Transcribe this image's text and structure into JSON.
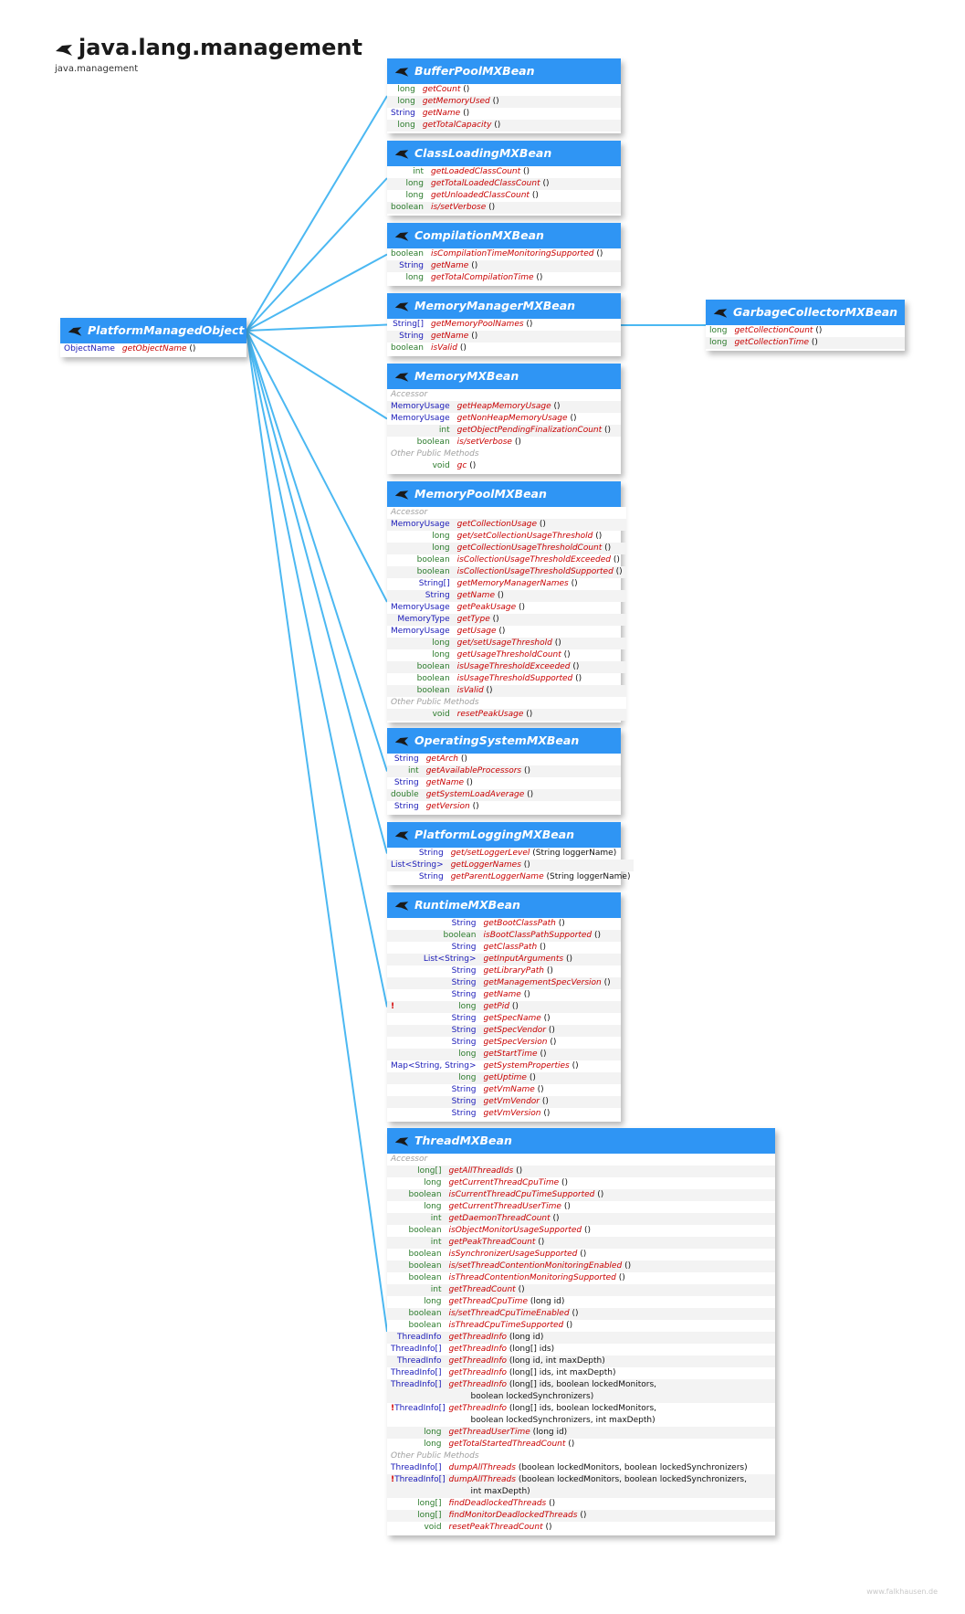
{
  "package": {
    "title": "java.lang.management",
    "module": "java.management"
  },
  "watermark": "www.falkhausen.de",
  "root": {
    "name": "PlatformManagedObject",
    "sections": [
      {
        "label": "",
        "members": [
          {
            "type": "ObjectName",
            "name": "getObjectName",
            "params": "()"
          }
        ]
      }
    ]
  },
  "interfaces": [
    {
      "id": "BufferPoolMXBean",
      "name": "BufferPoolMXBean",
      "sections": [
        {
          "label": "",
          "members": [
            {
              "type": "long",
              "name": "getCount",
              "params": "()"
            },
            {
              "type": "long",
              "name": "getMemoryUsed",
              "params": "()"
            },
            {
              "type": "String",
              "name": "getName",
              "params": "()"
            },
            {
              "type": "long",
              "name": "getTotalCapacity",
              "params": "()"
            }
          ]
        }
      ]
    },
    {
      "id": "ClassLoadingMXBean",
      "name": "ClassLoadingMXBean",
      "sections": [
        {
          "label": "",
          "members": [
            {
              "type": "int",
              "name": "getLoadedClassCount",
              "params": "()"
            },
            {
              "type": "long",
              "name": "getTotalLoadedClassCount",
              "params": "()"
            },
            {
              "type": "long",
              "name": "getUnloadedClassCount",
              "params": "()"
            },
            {
              "type": "boolean",
              "name": "is/setVerbose",
              "params": "()"
            }
          ]
        }
      ]
    },
    {
      "id": "CompilationMXBean",
      "name": "CompilationMXBean",
      "sections": [
        {
          "label": "",
          "members": [
            {
              "type": "boolean",
              "name": "isCompilationTimeMonitoringSupported",
              "params": "()"
            },
            {
              "type": "String",
              "name": "getName",
              "params": "()"
            },
            {
              "type": "long",
              "name": "getTotalCompilationTime",
              "params": "()"
            }
          ]
        }
      ]
    },
    {
      "id": "MemoryManagerMXBean",
      "name": "MemoryManagerMXBean",
      "sections": [
        {
          "label": "",
          "members": [
            {
              "type": "String[]",
              "name": "getMemoryPoolNames",
              "params": "()"
            },
            {
              "type": "String",
              "name": "getName",
              "params": "()"
            },
            {
              "type": "boolean",
              "name": "isValid",
              "params": "()"
            }
          ]
        }
      ]
    },
    {
      "id": "MemoryMXBean",
      "name": "MemoryMXBean",
      "sections": [
        {
          "label": "Accessor",
          "members": [
            {
              "type": "MemoryUsage",
              "name": "getHeapMemoryUsage",
              "params": "()"
            },
            {
              "type": "MemoryUsage",
              "name": "getNonHeapMemoryUsage",
              "params": "()"
            },
            {
              "type": "int",
              "name": "getObjectPendingFinalizationCount",
              "params": "()"
            },
            {
              "type": "boolean",
              "name": "is/setVerbose",
              "params": "()"
            }
          ]
        },
        {
          "label": "Other Public Methods",
          "members": [
            {
              "type": "void",
              "name": "gc",
              "params": "()"
            }
          ]
        }
      ]
    },
    {
      "id": "MemoryPoolMXBean",
      "name": "MemoryPoolMXBean",
      "sections": [
        {
          "label": "Accessor",
          "members": [
            {
              "type": "MemoryUsage",
              "name": "getCollectionUsage",
              "params": "()"
            },
            {
              "type": "long",
              "name": "get/setCollectionUsageThreshold",
              "params": "()"
            },
            {
              "type": "long",
              "name": "getCollectionUsageThresholdCount",
              "params": "()"
            },
            {
              "type": "boolean",
              "name": "isCollectionUsageThresholdExceeded",
              "params": "()"
            },
            {
              "type": "boolean",
              "name": "isCollectionUsageThresholdSupported",
              "params": "()"
            },
            {
              "type": "String[]",
              "name": "getMemoryManagerNames",
              "params": "()"
            },
            {
              "type": "String",
              "name": "getName",
              "params": "()"
            },
            {
              "type": "MemoryUsage",
              "name": "getPeakUsage",
              "params": "()"
            },
            {
              "type": "MemoryType",
              "name": "getType",
              "params": "()"
            },
            {
              "type": "MemoryUsage",
              "name": "getUsage",
              "params": "()"
            },
            {
              "type": "long",
              "name": "get/setUsageThreshold",
              "params": "()"
            },
            {
              "type": "long",
              "name": "getUsageThresholdCount",
              "params": "()"
            },
            {
              "type": "boolean",
              "name": "isUsageThresholdExceeded",
              "params": "()"
            },
            {
              "type": "boolean",
              "name": "isUsageThresholdSupported",
              "params": "()"
            },
            {
              "type": "boolean",
              "name": "isValid",
              "params": "()"
            }
          ]
        },
        {
          "label": "Other Public Methods",
          "members": [
            {
              "type": "void",
              "name": "resetPeakUsage",
              "params": "()"
            }
          ]
        }
      ]
    },
    {
      "id": "OperatingSystemMXBean",
      "name": "OperatingSystemMXBean",
      "sections": [
        {
          "label": "",
          "members": [
            {
              "type": "String",
              "name": "getArch",
              "params": "()"
            },
            {
              "type": "int",
              "name": "getAvailableProcessors",
              "params": "()"
            },
            {
              "type": "String",
              "name": "getName",
              "params": "()"
            },
            {
              "type": "double",
              "name": "getSystemLoadAverage",
              "params": "()"
            },
            {
              "type": "String",
              "name": "getVersion",
              "params": "()"
            }
          ]
        }
      ]
    },
    {
      "id": "PlatformLoggingMXBean",
      "name": "PlatformLoggingMXBean",
      "sections": [
        {
          "label": "",
          "members": [
            {
              "type": "String",
              "name": "get/setLoggerLevel",
              "params": "(String loggerName)"
            },
            {
              "type": "List<String>",
              "name": "getLoggerNames",
              "params": "()"
            },
            {
              "type": "String",
              "name": "getParentLoggerName",
              "params": "(String loggerName)"
            }
          ]
        }
      ]
    },
    {
      "id": "RuntimeMXBean",
      "name": "RuntimeMXBean",
      "sections": [
        {
          "label": "",
          "members": [
            {
              "type": "String",
              "name": "getBootClassPath",
              "params": "()"
            },
            {
              "type": "boolean",
              "name": "isBootClassPathSupported",
              "params": "()"
            },
            {
              "type": "String",
              "name": "getClassPath",
              "params": "()"
            },
            {
              "type": "List<String>",
              "name": "getInputArguments",
              "params": "()"
            },
            {
              "type": "String",
              "name": "getLibraryPath",
              "params": "()"
            },
            {
              "type": "String",
              "name": "getManagementSpecVersion",
              "params": "()"
            },
            {
              "type": "String",
              "name": "getName",
              "params": "()"
            },
            {
              "type": "long",
              "name": "getPid",
              "params": "()",
              "flag": "!"
            },
            {
              "type": "String",
              "name": "getSpecName",
              "params": "()"
            },
            {
              "type": "String",
              "name": "getSpecVendor",
              "params": "()"
            },
            {
              "type": "String",
              "name": "getSpecVersion",
              "params": "()"
            },
            {
              "type": "long",
              "name": "getStartTime",
              "params": "()"
            },
            {
              "type": "Map<String, String>",
              "name": "getSystemProperties",
              "params": "()"
            },
            {
              "type": "long",
              "name": "getUptime",
              "params": "()"
            },
            {
              "type": "String",
              "name": "getVmName",
              "params": "()"
            },
            {
              "type": "String",
              "name": "getVmVendor",
              "params": "()"
            },
            {
              "type": "String",
              "name": "getVmVersion",
              "params": "()"
            }
          ]
        }
      ]
    },
    {
      "id": "ThreadMXBean",
      "name": "ThreadMXBean",
      "sections": [
        {
          "label": "Accessor",
          "members": [
            {
              "type": "long[]",
              "name": "getAllThreadIds",
              "params": "()"
            },
            {
              "type": "long",
              "name": "getCurrentThreadCpuTime",
              "params": "()"
            },
            {
              "type": "boolean",
              "name": "isCurrentThreadCpuTimeSupported",
              "params": "()"
            },
            {
              "type": "long",
              "name": "getCurrentThreadUserTime",
              "params": "()"
            },
            {
              "type": "int",
              "name": "getDaemonThreadCount",
              "params": "()"
            },
            {
              "type": "boolean",
              "name": "isObjectMonitorUsageSupported",
              "params": "()"
            },
            {
              "type": "int",
              "name": "getPeakThreadCount",
              "params": "()"
            },
            {
              "type": "boolean",
              "name": "isSynchronizerUsageSupported",
              "params": "()"
            },
            {
              "type": "boolean",
              "name": "is/setThreadContentionMonitoringEnabled",
              "params": "()"
            },
            {
              "type": "boolean",
              "name": "isThreadContentionMonitoringSupported",
              "params": "()"
            },
            {
              "type": "int",
              "name": "getThreadCount",
              "params": "()"
            },
            {
              "type": "long",
              "name": "getThreadCpuTime",
              "params": "(long id)"
            },
            {
              "type": "boolean",
              "name": "is/setThreadCpuTimeEnabled",
              "params": "()"
            },
            {
              "type": "boolean",
              "name": "isThreadCpuTimeSupported",
              "params": "()"
            },
            {
              "type": "ThreadInfo",
              "name": "getThreadInfo",
              "params": "(long id)"
            },
            {
              "type": "ThreadInfo[]",
              "name": "getThreadInfo",
              "params": "(long[] ids)"
            },
            {
              "type": "ThreadInfo",
              "name": "getThreadInfo",
              "params": "(long id, int maxDepth)"
            },
            {
              "type": "ThreadInfo[]",
              "name": "getThreadInfo",
              "params": "(long[] ids, int maxDepth)"
            },
            {
              "type": "ThreadInfo[]",
              "name": "getThreadInfo",
              "params": "(long[] ids, boolean lockedMonitors,",
              "params2": "boolean lockedSynchronizers)"
            },
            {
              "type": "ThreadInfo[]",
              "name": "getThreadInfo",
              "params": "(long[] ids, boolean lockedMonitors,",
              "params2": "boolean lockedSynchronizers, int maxDepth)",
              "flag": "!"
            },
            {
              "type": "long",
              "name": "getThreadUserTime",
              "params": "(long id)"
            },
            {
              "type": "long",
              "name": "getTotalStartedThreadCount",
              "params": "()"
            }
          ]
        },
        {
          "label": "Other Public Methods",
          "members": [
            {
              "type": "ThreadInfo[]",
              "name": "dumpAllThreads",
              "params": "(boolean lockedMonitors, boolean lockedSynchronizers)"
            },
            {
              "type": "ThreadInfo[]",
              "name": "dumpAllThreads",
              "params": "(boolean lockedMonitors, boolean lockedSynchronizers,",
              "params2": "int maxDepth)",
              "flag": "!"
            },
            {
              "type": "long[]",
              "name": "findDeadlockedThreads",
              "params": "()"
            },
            {
              "type": "long[]",
              "name": "findMonitorDeadlockedThreads",
              "params": "()"
            },
            {
              "type": "void",
              "name": "resetPeakThreadCount",
              "params": "()"
            }
          ]
        }
      ]
    }
  ],
  "subinterface": {
    "id": "GarbageCollectorMXBean",
    "name": "GarbageCollectorMXBean",
    "extends": "MemoryManagerMXBean",
    "sections": [
      {
        "label": "",
        "members": [
          {
            "type": "long",
            "name": "getCollectionCount",
            "params": "()"
          },
          {
            "type": "long",
            "name": "getCollectionTime",
            "params": "()"
          }
        ]
      }
    ]
  },
  "colors": {
    "header": "#2f95f4",
    "connector": "#4bb8f2",
    "type": "#1a1ab8",
    "primitive": "#2a7a2a",
    "method": "#c80000"
  }
}
